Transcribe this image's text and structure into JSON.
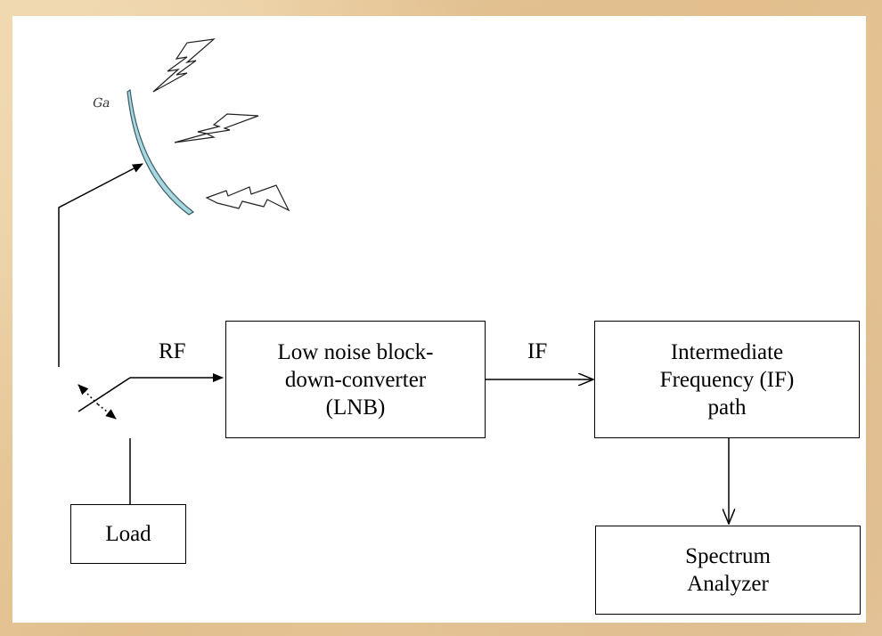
{
  "diagram": {
    "antenna_label": "Ga",
    "labels": {
      "rf": "RF",
      "if": "IF"
    },
    "blocks": {
      "lnb": "Low noise block-\ndown-converter\n(LNB)",
      "if_path": "Intermediate\nFrequency (IF)\npath",
      "spectrum": "Spectrum\nAnalyzer",
      "load": "Load"
    },
    "colors": {
      "dish_fill": "#a8d8df",
      "dish_stroke": "#3a5a66",
      "line": "#000000",
      "background": "#e8c79a"
    }
  }
}
